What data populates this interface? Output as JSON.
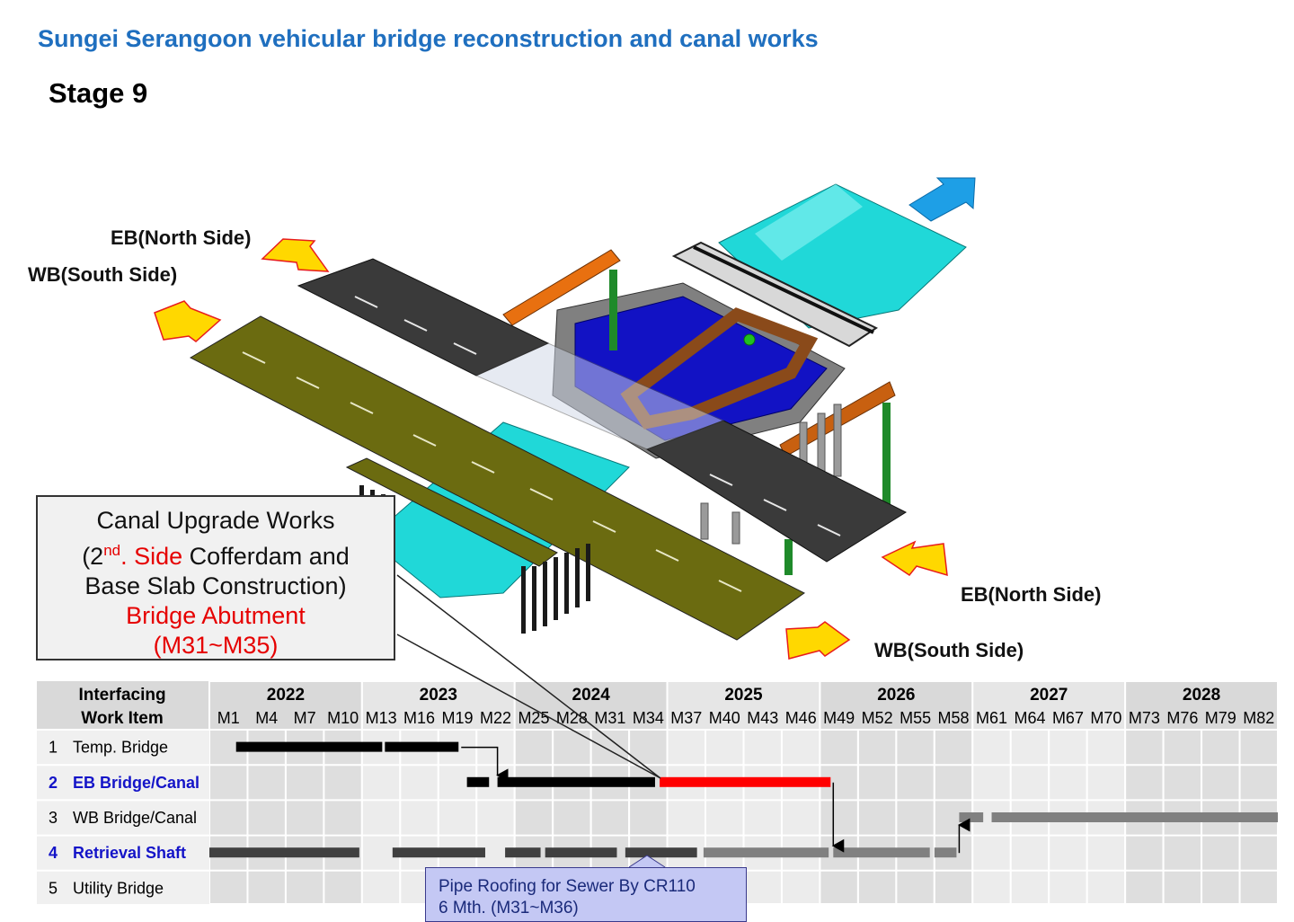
{
  "title": "Sungei Serangoon vehicular bridge reconstruction and canal works",
  "stage": "Stage 9",
  "side_labels": {
    "eb_north_left": "EB(North Side)",
    "wb_south_left": "WB(South Side)",
    "eb_north_right": "EB(North Side)",
    "wb_south_right": "WB(South Side)"
  },
  "callout_canal": {
    "line1": "Canal Upgrade Works",
    "line2_pre": "(2",
    "line2_sup": "nd",
    "line2_red": ". Side",
    "line2_post": " Cofferdam and",
    "line3": "Base Slab Construction)",
    "line4": "Bridge Abutment",
    "line5": "(M31~M35)"
  },
  "callout_pipe": {
    "line1": "Pipe Roofing for Sewer By CR110",
    "line2": "6 Mth. (M31~M36)"
  },
  "colors": {
    "title": "#1f6fbf",
    "highlight_row": "#1414c8",
    "critical_bar": "#ff0000",
    "done_bar": "#000000",
    "dark_bar": "#404040",
    "future_bar": "#808080",
    "arrow_yellow": "#ffd800",
    "arrow_blue": "#1e9fe6",
    "deck_olive": "#6b6b10",
    "deck_dark": "#3a3a3a",
    "canal_cyan": "#18d4d4",
    "cofferdam_blue": "#1010c0"
  },
  "chart_data": {
    "type": "gantt",
    "header": {
      "item_line1": "Interfacing",
      "item_line2": "Work Item"
    },
    "years": [
      "2022",
      "2023",
      "2024",
      "2025",
      "2026",
      "2027",
      "2028"
    ],
    "month_ticks": [
      "M1",
      "M4",
      "M7",
      "M10",
      "M13",
      "M16",
      "M19",
      "M22",
      "M25",
      "M28",
      "M31",
      "M34",
      "M37",
      "M40",
      "M43",
      "M46",
      "M49",
      "M52",
      "M55",
      "M58",
      "M61",
      "M64",
      "M67",
      "M70",
      "M73",
      "M76",
      "M79",
      "M82"
    ],
    "rows": [
      {
        "num": "1",
        "label": "Temp. Bridge",
        "highlight": false,
        "bars": [
          {
            "start": 1.4,
            "end": 9.2,
            "color": "black"
          },
          {
            "start": 9.2,
            "end": 13.2,
            "color": "black"
          }
        ]
      },
      {
        "num": "2",
        "label": "EB Bridge/Canal",
        "highlight": true,
        "bars": [
          {
            "start": 13.5,
            "end": 14.8,
            "color": "black"
          },
          {
            "start": 15.1,
            "end": 23.5,
            "color": "black"
          },
          {
            "start": 23.6,
            "end": 32.7,
            "color": "red"
          }
        ]
      },
      {
        "num": "3",
        "label": "WB Bridge/Canal",
        "highlight": false,
        "bars": [
          {
            "start": 39.3,
            "end": 40.7,
            "color": "gray"
          },
          {
            "start": 41.0,
            "end": 56.2,
            "color": "gray"
          }
        ]
      },
      {
        "num": "4",
        "label": "Retrieval Shaft",
        "highlight": true,
        "bars": [
          {
            "start": 0.0,
            "end": 8.0,
            "color": "dark"
          },
          {
            "start": 9.6,
            "end": 14.6,
            "color": "dark"
          },
          {
            "start": 15.5,
            "end": 17.5,
            "color": "dark"
          },
          {
            "start": 17.6,
            "end": 21.5,
            "color": "dark"
          },
          {
            "start": 21.8,
            "end": 25.7,
            "color": "dark"
          },
          {
            "start": 25.9,
            "end": 32.6,
            "color": "gray"
          },
          {
            "start": 32.7,
            "end": 37.9,
            "color": "gray"
          },
          {
            "start": 38.0,
            "end": 39.3,
            "color": "gray"
          }
        ]
      },
      {
        "num": "5",
        "label": "Utility Bridge",
        "highlight": false,
        "bars": []
      }
    ],
    "links": [
      {
        "from_row": 0,
        "from_x": 13.2,
        "to_row": 1,
        "to_x": 15.1
      },
      {
        "from_row": 1,
        "from_x": 32.7,
        "to_row": 3,
        "to_x": 32.7
      },
      {
        "from_row": 3,
        "from_x": 39.3,
        "to_row": 2,
        "to_x": 39.3
      }
    ],
    "total_units": 56
  }
}
